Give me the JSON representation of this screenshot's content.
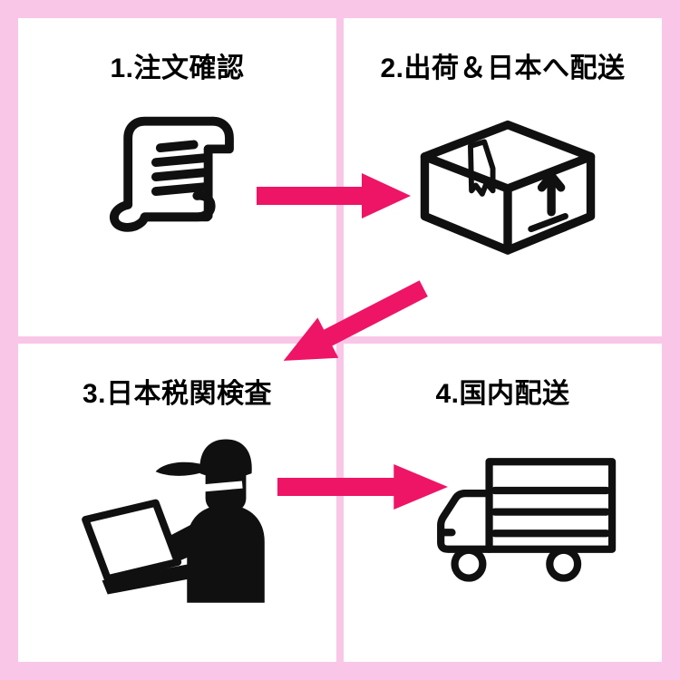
{
  "colors": {
    "frame": "#f9c6e7",
    "bg": "#ffffff",
    "ink": "#101010",
    "arrow": "#ee1566"
  },
  "steps": [
    {
      "label": "1.注文確認",
      "icon": "scroll-document-icon"
    },
    {
      "label": "2.出荷＆日本へ配送",
      "icon": "shipping-box-icon"
    },
    {
      "label": "3.日本税関検査",
      "icon": "customs-officer-icon"
    },
    {
      "label": "4.国内配送",
      "icon": "delivery-truck-icon"
    }
  ],
  "arrows": [
    {
      "from_step": 1,
      "to_step": 2,
      "direction": "right"
    },
    {
      "from_step": 2,
      "to_step": 3,
      "direction": "down-left"
    },
    {
      "from_step": 3,
      "to_step": 4,
      "direction": "right"
    }
  ]
}
